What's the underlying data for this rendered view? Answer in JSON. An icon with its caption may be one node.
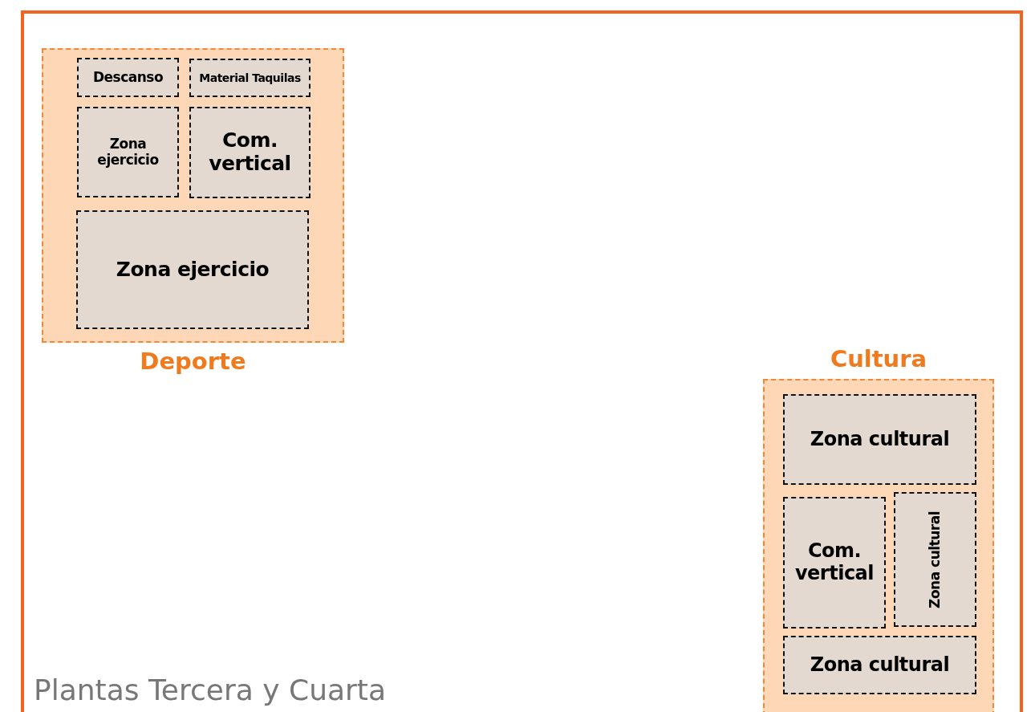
{
  "diagram": {
    "nodes": [
      {
        "text": [
          "Plantas Tercera y Cuarta"
        ]
      },
      {
        "text": [
          "Deporte"
        ],
        "in": 0
      },
      {
        "text": [
          "Descanso"
        ],
        "in": 1
      },
      {
        "text": [
          "Material Taquilas"
        ],
        "in": 1
      },
      {
        "text": [
          "Zona ejercicio"
        ],
        "in": 1
      },
      {
        "text": [
          "Com. vertical"
        ],
        "in": 1
      },
      {
        "text": [
          "Zona ejercicio"
        ],
        "in": 1
      },
      {
        "text": [
          "Cultura"
        ],
        "in": 0
      },
      {
        "text": [
          "Zona cultural"
        ],
        "in": 7
      },
      {
        "text": [
          "Com. vertical"
        ],
        "in": 7
      },
      {
        "text": [
          "Zona cultural"
        ],
        "in": 7
      },
      {
        "text": [
          "Zona cultural"
        ],
        "in": 7
      }
    ]
  }
}
